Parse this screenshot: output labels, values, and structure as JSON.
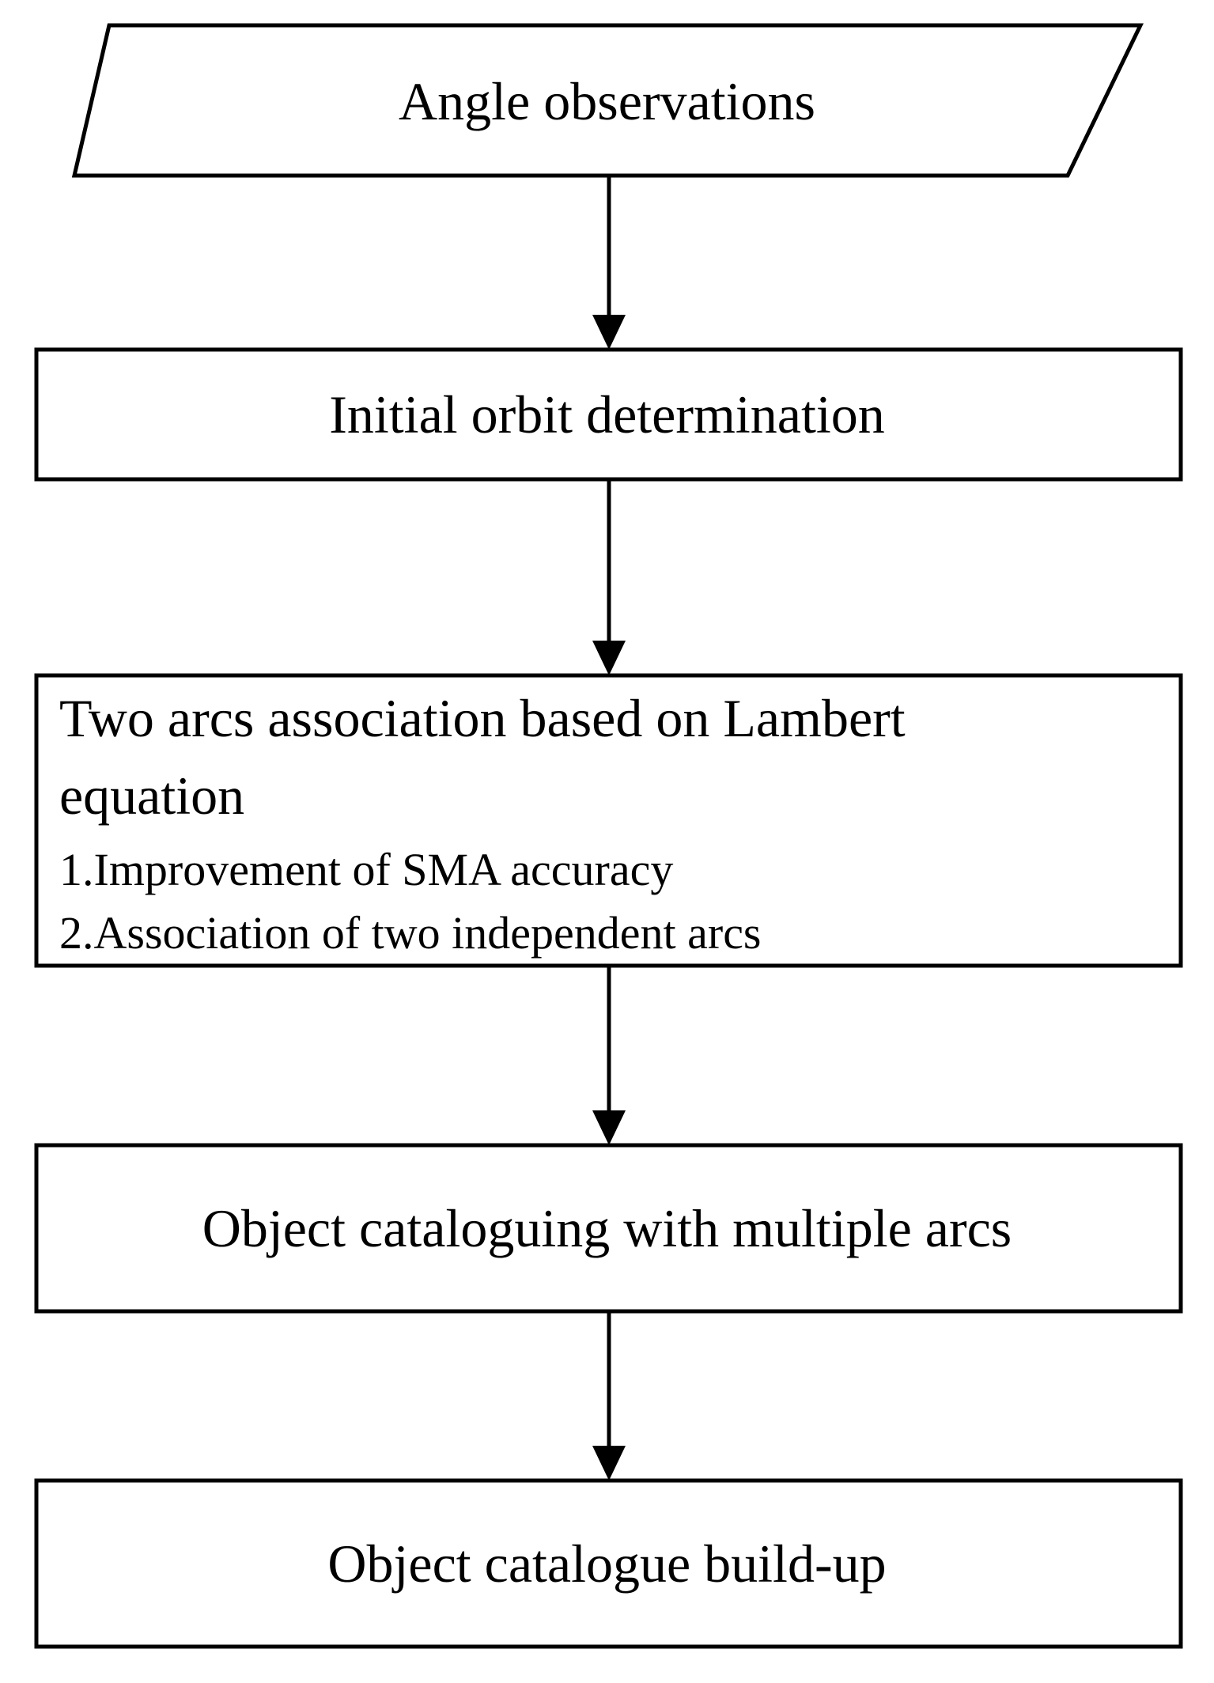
{
  "flowchart": {
    "input": {
      "label": "Angle observations"
    },
    "step1": {
      "label": "Initial orbit determination"
    },
    "step2": {
      "title_line1": "Two arcs association based on Lambert",
      "title_line2": "equation",
      "items": [
        "1.Improvement of SMA accuracy",
        "2.Association of two independent arcs"
      ]
    },
    "step3": {
      "label": "Object cataloguing with multiple arcs"
    },
    "step4": {
      "label": "Object catalogue build-up"
    }
  }
}
